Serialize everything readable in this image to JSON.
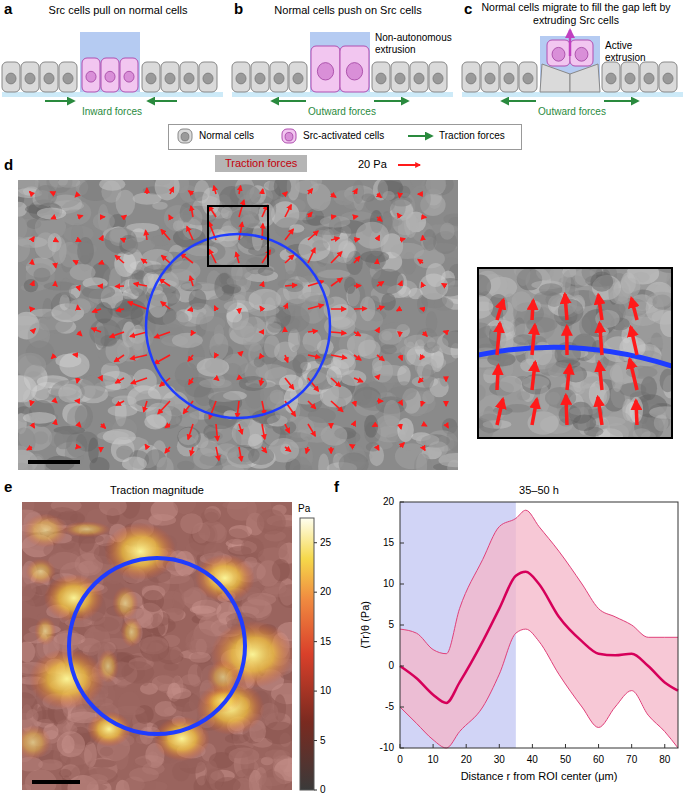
{
  "diagram": {
    "nodes": [
      {
        "text": [
          "Traction forces"
        ]
      }
    ],
    "labels": [
      "a",
      "Src cells pull on normal cells",
      "Inward forces",
      "b",
      "Normal cells push on Src cells",
      "Non-autonomous extrusion",
      "Outward forces",
      "c",
      "Normal cells migrate to fill the gap left by extruding Src cells",
      "Active extrusion",
      "Outward forces",
      "d",
      "20 Pa",
      "e",
      "Traction magnitude",
      "Pa",
      "0",
      "5",
      "10",
      "15",
      "20",
      "25",
      "f",
      "35–50 h",
      "20",
      "15",
      "10",
      "5",
      "0",
      "-5",
      "-10",
      "0",
      "10",
      "20",
      "30",
      "40",
      "50",
      "60",
      "70",
      "80",
      "Distance r from ROI center (μm)",
      "⟨Tr⟩θ (Pa)"
    ],
    "legend": [
      {
        "text": "Normal cells"
      },
      {
        "text": "Src-activated cells"
      },
      {
        "text": "Traction forces"
      }
    ]
  }
}
